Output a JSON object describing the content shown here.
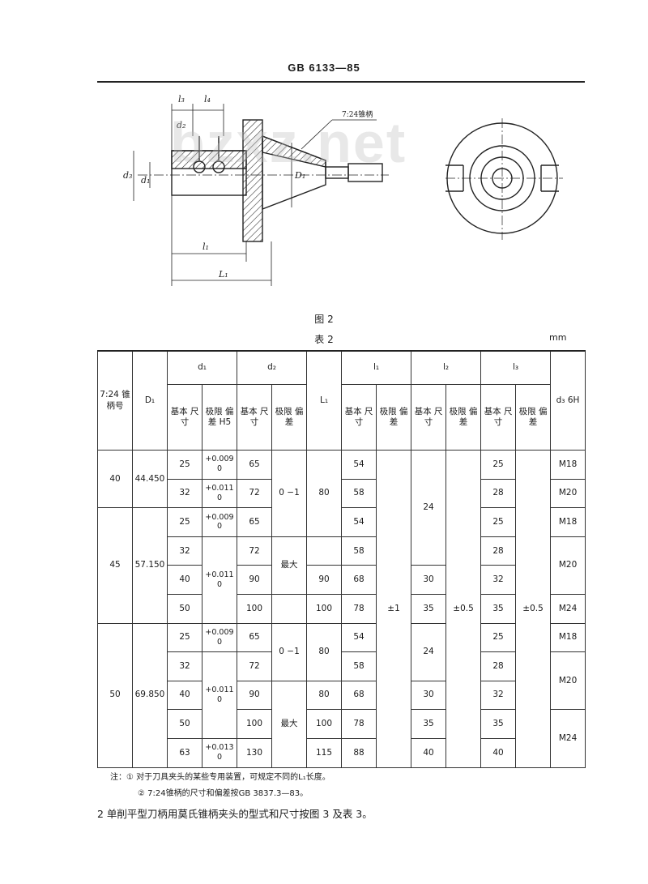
{
  "header": {
    "standard_number": "GB 6133—85"
  },
  "figure": {
    "caption": "图 2",
    "labels": {
      "l3": "l₃",
      "l4": "l₄",
      "d2": "d₂",
      "d3": "d₃",
      "d1": "d₁",
      "D1": "D₁",
      "l1": "l₁",
      "L1": "L₁",
      "taper": "7:24锥柄"
    }
  },
  "table": {
    "caption": "表 2",
    "unit": "mm",
    "headers": {
      "taper_no": "7:24 锥柄号",
      "D1": "D₁",
      "d1": "d₁",
      "d2": "d₂",
      "L1": "L₁",
      "l1": "l₁",
      "l2": "l₂",
      "l3": "l₃",
      "d3": "d₃ 6H",
      "basic_size": "基本 尺寸",
      "tolerance": "极限 偏差",
      "tolerance_h5": "极限 偏差 H5"
    },
    "groups": [
      {
        "taper_no": "40",
        "D1": "44.450",
        "rows": [
          {
            "d1": "25",
            "d1_tol": "+0.009 0",
            "d2": "65",
            "L1": "",
            "l1": "54",
            "l2": "",
            "l3": "25",
            "d3": "M18"
          },
          {
            "d1": "32",
            "d1_tol": "+0.011 0",
            "d2": "72",
            "L1": "",
            "l1": "58",
            "l2": "",
            "l3": "28",
            "d3": "M20"
          }
        ]
      },
      {
        "taper_no": "45",
        "D1": "57.150",
        "rows": [
          {
            "d1": "25",
            "d1_tol": "+0.009 0",
            "d2": "65",
            "l1": "54",
            "l3": "25",
            "d3": "M18"
          },
          {
            "d1": "32",
            "d2": "72",
            "l1": "58",
            "l3": "28"
          },
          {
            "d1": "40",
            "d1_tol": "+0.011 0",
            "d2": "90",
            "L1": "90",
            "l1": "68",
            "l2": "30",
            "l3": "32"
          },
          {
            "d1": "50",
            "d2": "100",
            "L1": "100",
            "l1": "78",
            "l2": "35",
            "l3": "35",
            "d3": "M24"
          }
        ]
      },
      {
        "taper_no": "50",
        "D1": "69.850",
        "rows": [
          {
            "d1": "25",
            "d1_tol": "+0.009 0",
            "d2": "65",
            "l1": "54",
            "l3": "25",
            "d3": "M18"
          },
          {
            "d1": "32",
            "d2": "72",
            "l1": "58",
            "l3": "28"
          },
          {
            "d1": "40",
            "d1_tol": "+0.011 0",
            "d2": "90",
            "L1": "80",
            "l1": "68",
            "l2": "30",
            "l3": "32"
          },
          {
            "d1": "50",
            "d2": "100",
            "L1": "100",
            "l1": "78",
            "l2": "35",
            "l3": "35"
          },
          {
            "d1": "63",
            "d1_tol": "+0.013 0",
            "d2": "130",
            "L1": "115",
            "l1": "88",
            "l2": "40",
            "l3": "40",
            "d3": "M24"
          }
        ]
      }
    ],
    "merged": {
      "d2_tol_a": "0 −1",
      "L1_a": "80",
      "d2_tol_max_a": "最大",
      "l2_24_a": "24",
      "d3_m20_a": "M20",
      "l1_tol": "±1",
      "l2_tol": "±0.5",
      "l3_tol": "±0.5",
      "d2_tol_b": "0 −1",
      "L1_b": "80",
      "d2_tol_max_b": "最大",
      "l2_24_b": "24",
      "d3_m20_b": "M20"
    }
  },
  "notes": [
    "注：① 对于刀具夹头的某些专用装置，可规定不同的L₁长度。",
    "② 7:24锥柄的尺寸和偏差按GB 3837.3—83。"
  ],
  "section": "2 单削平型刀柄用莫氏锥柄夹头的型式和尺寸按图 3 及表 3。"
}
